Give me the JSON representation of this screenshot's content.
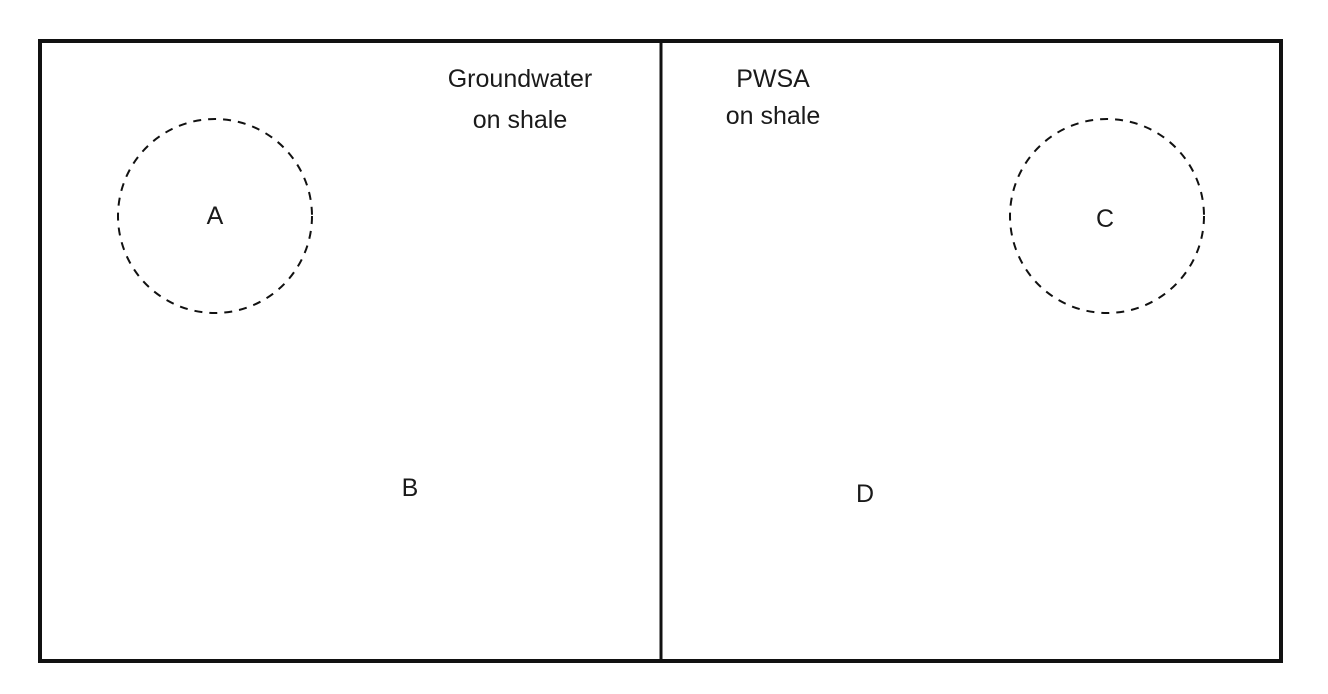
{
  "panels": {
    "left": {
      "title_line1": "Groundwater",
      "title_line2": "on shale",
      "circle_label": "A",
      "point_label": "B"
    },
    "right": {
      "title_line1": "PWSA",
      "title_line2": "on shale",
      "circle_label": "C",
      "point_label": "D"
    }
  }
}
